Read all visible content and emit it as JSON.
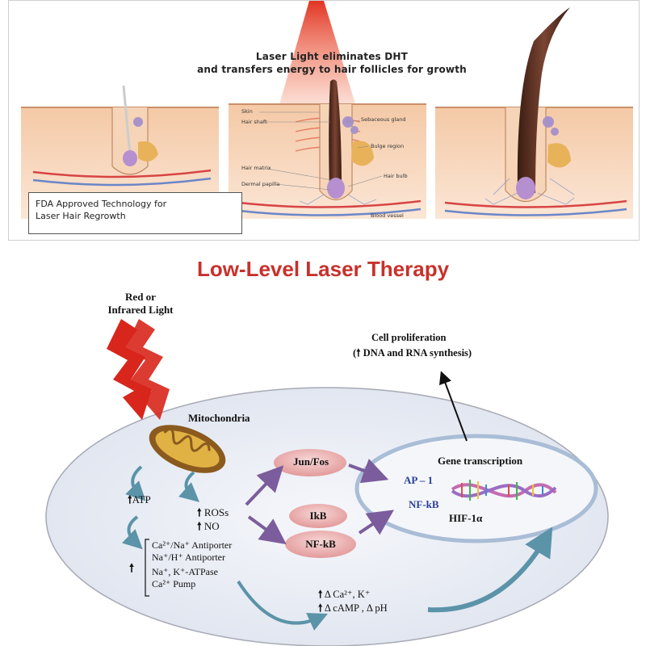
{
  "top_panel": {
    "title_line1": "Laser Light eliminates DHT",
    "title_line2": "and transfers energy to hair follicles for growth",
    "labels": {
      "skin": "Skin",
      "hair_shaft": "Hair shaft",
      "sebaceous_gland": "Sebaceous gland",
      "bulge_region": "Bulge region",
      "hair_matrix": "Hair matrix",
      "dermal_papilla": "Dermal papilla",
      "hair_bulb": "Hair bulb",
      "blood_vessel": "Blood vessel"
    },
    "fda_line1": "FDA Approved Technology for",
    "fda_line2": "Laser Hair Regrowth"
  },
  "diagram": {
    "title": "Low-Level Laser Therapy",
    "light_line1": "Red or",
    "light_line2": "Infrared Light",
    "mitochondria": "Mitochondria",
    "atp": "ATP",
    "ros": "ROSs",
    "no": "NO",
    "jun_fos": "Jun/Fos",
    "ikb": "IkB",
    "nfkb": "NF-kB",
    "gene_transcription": "Gene transcription",
    "ap1": "AP – 1",
    "nfkb_nucleus": "NF-kB",
    "hif": "HIF-1α",
    "cell_prolif_line1": "Cell proliferation",
    "cell_prolif_line2": "DNA and RNA synthesis)",
    "ion1": "Ca²⁺/Na⁺ Antiporter",
    "ion2": "Na⁺/H⁺ Antiporter",
    "ion3": "Na⁺, K⁺-ATPase",
    "ion4": "Ca²⁺ Pump",
    "delta1": "Δ Ca²⁺, K⁺",
    "delta2": "Δ cAMP , Δ pH",
    "up_arrow": "🠕"
  },
  "colors": {
    "title_red": "#c8312b",
    "bolt_red": "#d8261c",
    "pill_pink": "#e8a6a6",
    "purple_arrow": "#7b5c9c",
    "teal_arrow": "#5b93a8",
    "cell_fill": "#edf0f6",
    "nucleus_stroke": "#a9bdd6"
  }
}
